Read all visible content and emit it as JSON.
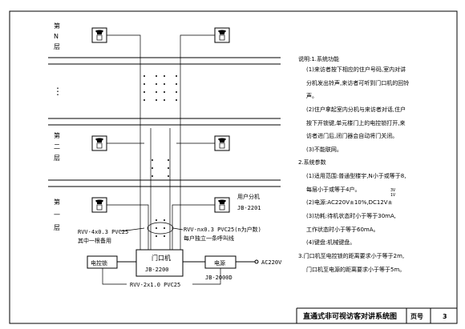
{
  "floors": {
    "top": [
      "第",
      "N",
      "层"
    ],
    "middle_dots": "⋮",
    "second": [
      "第",
      "二",
      "层"
    ],
    "first": [
      "第",
      "一",
      "层"
    ]
  },
  "labels": {
    "user_unit": [
      "用户分机",
      "JB-2201"
    ],
    "left_cable": [
      "RVV-4x0.3 PVC25",
      "其中一根备用"
    ],
    "right_cable": [
      "RVV-nx0.3 PVC25(n为户数)",
      "每户独立一条呼叫线"
    ],
    "door_unit": [
      "门口机",
      "JB-2200"
    ],
    "lock_box": "电控锁",
    "power_box": [
      "电源",
      "JB-2000D"
    ],
    "ac": "AC220V",
    "bottom_cable": "RVV-2x1.0 PVC25"
  },
  "notes": {
    "title": "说明:1.系统功能",
    "lines": [
      "(1)来访者按下相应的住户号码,室内对讲",
      "分机发出铃声,来访者可听到门口机的回铃",
      "声。",
      "(2)住户拿起室内分机与来访者对话,住户",
      "按下开锁键,单元楼门上的电控锁打开,来",
      "访者进门后,闭门器会自动将门关闭。",
      "(3)不能联网。",
      "2.系统参数",
      "(1)适用范围:普通型楼宇,N小于或等于8,",
      "每层小于或等于4户。",
      "(2)电源:AC220V±10%,DC12V±",
      "(3)功耗:待机状态时小于等于30mA,",
      "工作状态时小于等于60mA。",
      "(4)键盘:机械键盘。",
      "3.门口机至电控锁的距离要求小于等于2m,",
      "门口机至电源的距离要求小于等于5m。"
    ],
    "voltage_fraction": [
      "3V",
      "1V"
    ]
  },
  "title_block": {
    "title": "直通式非可视访客对讲系统图",
    "page_label": "页号",
    "page_number": "3"
  }
}
